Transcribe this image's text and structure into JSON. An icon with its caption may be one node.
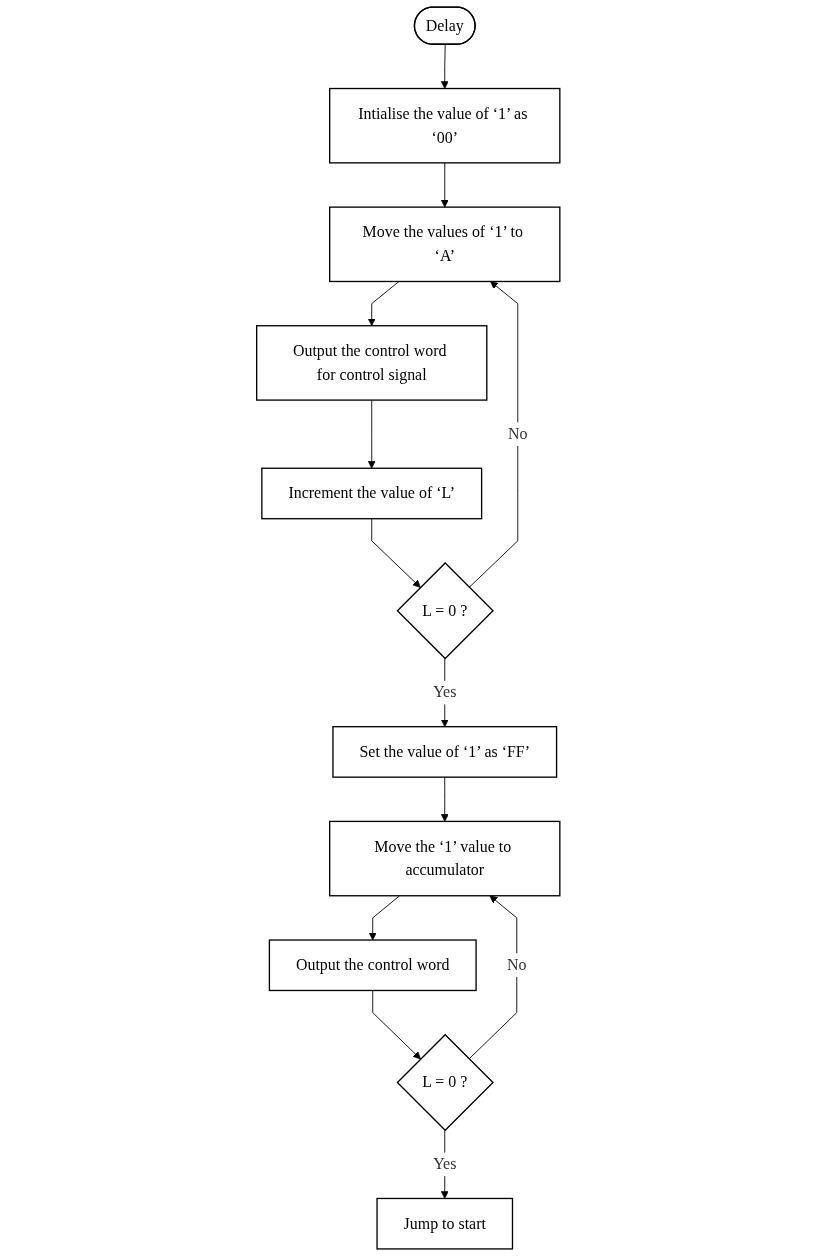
{
  "diagram": {
    "nodes": [
      {
        "text": [
          "Delay"
        ]
      },
      {
        "text": [
          "Intialise the value of ‘1’ as ‘00’"
        ]
      },
      {
        "text": [
          "Move the values of ‘1’ to ‘A’"
        ]
      },
      {
        "text": [
          "Output the control word for control signal"
        ]
      },
      {
        "text": [
          "Increment the value of ‘L’"
        ]
      },
      {
        "text": [
          "L = 0 ?"
        ]
      },
      {
        "text": [
          "Set the value of ‘1’ as ‘FF’"
        ]
      },
      {
        "text": [
          "Move the ‘1’ value to accumulator"
        ]
      },
      {
        "text": [
          "Output the control word"
        ]
      },
      {
        "text": [
          "L = 0 ?"
        ]
      },
      {
        "text": [
          "Jump to start"
        ]
      }
    ],
    "edges": [
      {
        "from": 0,
        "to": 1,
        "arrow": "to"
      },
      {
        "from": 1,
        "to": 2,
        "arrow": "to"
      },
      {
        "from": 2,
        "to": 3,
        "arrow": "to"
      },
      {
        "from": 3,
        "to": 4,
        "arrow": "to"
      },
      {
        "from": 4,
        "to": 5,
        "arrow": "to"
      },
      {
        "from": 5,
        "to": 2,
        "arrow": "to",
        "label": "No"
      },
      {
        "from": 5,
        "to": 6,
        "arrow": "to",
        "label": "Yes"
      },
      {
        "from": 6,
        "to": 7,
        "arrow": "to"
      },
      {
        "from": 7,
        "to": 8,
        "arrow": "to"
      },
      {
        "from": 8,
        "to": 9,
        "arrow": "to"
      },
      {
        "from": 9,
        "to": 7,
        "arrow": "to",
        "label": "No"
      },
      {
        "from": 9,
        "to": 10,
        "arrow": "to",
        "label": "Yes"
      }
    ]
  }
}
